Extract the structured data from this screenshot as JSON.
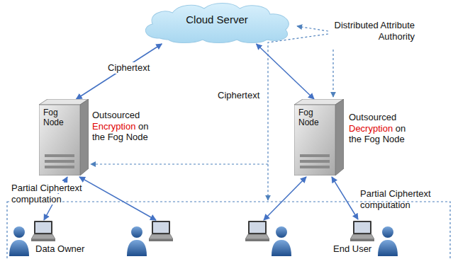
{
  "diagram": {
    "nodes": [
      {
        "text": [
          "Cloud Server"
        ]
      },
      {
        "text": [
          "Fog Node"
        ]
      },
      {
        "text": [
          "Fog Node"
        ]
      }
    ],
    "edges": [
      {
        "from": 0,
        "to": 1,
        "arrow": "both",
        "label": "Ciphertext"
      },
      {
        "from": 0,
        "to": 2,
        "arrow": "both",
        "label": "Ciphertext"
      }
    ],
    "labels": [
      "Distributed Attribute Authority",
      "Outsourced",
      "Encryption",
      "on the Fog Node",
      "Outsourced",
      "Decryption",
      "on the Fog Node",
      "Partial Ciphertext computation",
      "Partial Ciphertext computation",
      "Data Owner",
      "End User"
    ]
  }
}
